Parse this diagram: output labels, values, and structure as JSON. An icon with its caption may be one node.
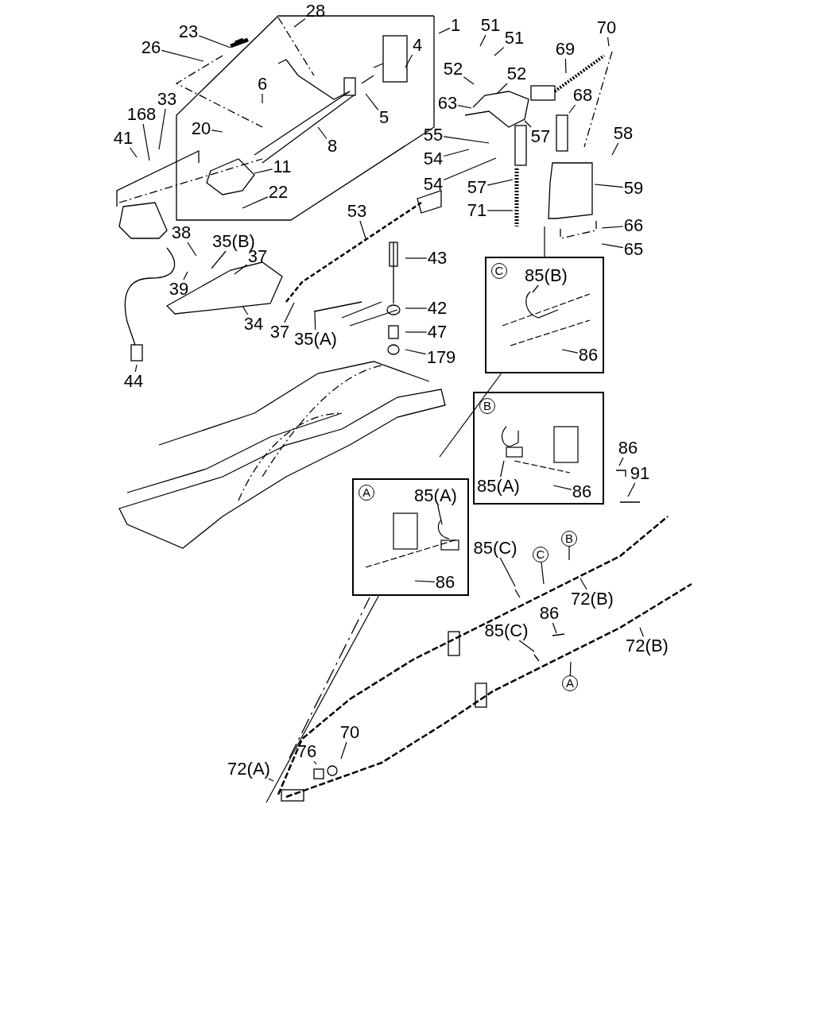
{
  "diagram": {
    "nodes": [
      {
        "text": [
          "28"
        ]
      },
      {
        "text": [
          "23"
        ]
      },
      {
        "text": [
          "26"
        ]
      },
      {
        "text": [
          "1"
        ]
      },
      {
        "text": [
          "4"
        ]
      },
      {
        "text": [
          "6"
        ]
      },
      {
        "text": [
          "5"
        ]
      },
      {
        "text": [
          "33"
        ]
      },
      {
        "text": [
          "168"
        ]
      },
      {
        "text": [
          "41"
        ]
      },
      {
        "text": [
          "20"
        ]
      },
      {
        "text": [
          "8"
        ]
      },
      {
        "text": [
          "11"
        ]
      },
      {
        "text": [
          "22"
        ]
      },
      {
        "text": [
          "51"
        ]
      },
      {
        "text": [
          "51"
        ]
      },
      {
        "text": [
          "52"
        ]
      },
      {
        "text": [
          "52"
        ]
      },
      {
        "text": [
          "63"
        ]
      },
      {
        "text": [
          "70"
        ]
      },
      {
        "text": [
          "69"
        ]
      },
      {
        "text": [
          "68"
        ]
      },
      {
        "text": [
          "57"
        ]
      },
      {
        "text": [
          "55"
        ]
      },
      {
        "text": [
          "54"
        ]
      },
      {
        "text": [
          "54"
        ]
      },
      {
        "text": [
          "57"
        ]
      },
      {
        "text": [
          "71"
        ]
      },
      {
        "text": [
          "58"
        ]
      },
      {
        "text": [
          "59"
        ]
      },
      {
        "text": [
          "66"
        ]
      },
      {
        "text": [
          "65"
        ]
      },
      {
        "text": [
          "53"
        ]
      },
      {
        "text": [
          "43"
        ]
      },
      {
        "text": [
          "42"
        ]
      },
      {
        "text": [
          "47"
        ]
      },
      {
        "text": [
          "179"
        ]
      },
      {
        "text": [
          "38"
        ]
      },
      {
        "text": [
          "35(B)"
        ]
      },
      {
        "text": [
          "37"
        ]
      },
      {
        "text": [
          "39"
        ]
      },
      {
        "text": [
          "34"
        ]
      },
      {
        "text": [
          "37"
        ]
      },
      {
        "text": [
          "35(A)"
        ]
      },
      {
        "text": [
          "44"
        ]
      },
      {
        "text": [
          "C"
        ]
      },
      {
        "text": [
          "85(B)"
        ],
        "in": 45
      },
      {
        "text": [
          "86"
        ],
        "in": 45
      },
      {
        "text": [
          "B"
        ]
      },
      {
        "text": [
          "85(A)"
        ],
        "in": 48
      },
      {
        "text": [
          "86"
        ],
        "in": 48
      },
      {
        "text": [
          "A"
        ]
      },
      {
        "text": [
          "85(A)"
        ],
        "in": 51
      },
      {
        "text": [
          "86"
        ],
        "in": 51
      },
      {
        "text": [
          "86"
        ]
      },
      {
        "text": [
          "91"
        ]
      },
      {
        "text": [
          "85(C)"
        ]
      },
      {
        "text": [
          "C"
        ]
      },
      {
        "text": [
          "B"
        ]
      },
      {
        "text": [
          "72(B)"
        ]
      },
      {
        "text": [
          "86"
        ]
      },
      {
        "text": [
          "85(C)"
        ]
      },
      {
        "text": [
          "72(B)"
        ]
      },
      {
        "text": [
          "A"
        ]
      },
      {
        "text": [
          "70"
        ]
      },
      {
        "text": [
          "76"
        ]
      },
      {
        "text": [
          "72(A)"
        ]
      }
    ],
    "edges": [
      {
        "from": 0,
        "to": null,
        "arrow": "none"
      },
      {
        "from": 1,
        "to": null,
        "arrow": "none"
      },
      {
        "from": 2,
        "to": null,
        "arrow": "none"
      },
      {
        "from": 3,
        "to": null,
        "arrow": "none"
      },
      {
        "from": 4,
        "to": null,
        "arrow": "none"
      },
      {
        "from": 5,
        "to": null,
        "arrow": "none"
      },
      {
        "from": 6,
        "to": null,
        "arrow": "none"
      },
      {
        "from": 7,
        "to": null,
        "arrow": "none"
      },
      {
        "from": 8,
        "to": null,
        "arrow": "none"
      },
      {
        "from": 9,
        "to": null,
        "arrow": "none"
      },
      {
        "from": 10,
        "to": null,
        "arrow": "none"
      },
      {
        "from": 11,
        "to": null,
        "arrow": "none"
      },
      {
        "from": 12,
        "to": null,
        "arrow": "none"
      },
      {
        "from": 13,
        "to": null,
        "arrow": "none"
      },
      {
        "from": 14,
        "to": null,
        "arrow": "none"
      },
      {
        "from": 15,
        "to": null,
        "arrow": "none"
      },
      {
        "from": 16,
        "to": null,
        "arrow": "none"
      },
      {
        "from": 17,
        "to": null,
        "arrow": "none"
      },
      {
        "from": 18,
        "to": null,
        "arrow": "none"
      },
      {
        "from": 19,
        "to": null,
        "arrow": "none"
      },
      {
        "from": 20,
        "to": null,
        "arrow": "none"
      },
      {
        "from": 21,
        "to": null,
        "arrow": "none"
      },
      {
        "from": 22,
        "to": null,
        "arrow": "none"
      },
      {
        "from": 23,
        "to": null,
        "arrow": "none"
      },
      {
        "from": 24,
        "to": null,
        "arrow": "none"
      },
      {
        "from": 25,
        "to": null,
        "arrow": "none"
      },
      {
        "from": 26,
        "to": null,
        "arrow": "none"
      },
      {
        "from": 27,
        "to": null,
        "arrow": "none"
      },
      {
        "from": 28,
        "to": null,
        "arrow": "none"
      },
      {
        "from": 29,
        "to": null,
        "arrow": "none"
      },
      {
        "from": 30,
        "to": null,
        "arrow": "none"
      },
      {
        "from": 31,
        "to": null,
        "arrow": "none"
      },
      {
        "from": 32,
        "to": null,
        "arrow": "none"
      },
      {
        "from": 33,
        "to": null,
        "arrow": "none"
      },
      {
        "from": 34,
        "to": null,
        "arrow": "none"
      },
      {
        "from": 35,
        "to": null,
        "arrow": "none"
      },
      {
        "from": 36,
        "to": null,
        "arrow": "none"
      },
      {
        "from": 37,
        "to": null,
        "arrow": "none"
      },
      {
        "from": 38,
        "to": null,
        "arrow": "none"
      },
      {
        "from": 39,
        "to": null,
        "arrow": "none"
      },
      {
        "from": 40,
        "to": null,
        "arrow": "none"
      },
      {
        "from": 41,
        "to": null,
        "arrow": "none"
      },
      {
        "from": 42,
        "to": null,
        "arrow": "none"
      },
      {
        "from": 43,
        "to": null,
        "arrow": "none"
      },
      {
        "from": 44,
        "to": null,
        "arrow": "none"
      },
      {
        "from": 45,
        "to": null,
        "arrow": "none"
      },
      {
        "from": 46,
        "to": null,
        "arrow": "none"
      },
      {
        "from": 47,
        "to": null,
        "arrow": "none"
      },
      {
        "from": 49,
        "to": null,
        "arrow": "none"
      },
      {
        "from": 50,
        "to": null,
        "arrow": "none"
      },
      {
        "from": 51,
        "to": null,
        "arrow": "none"
      },
      {
        "from": 52,
        "to": null,
        "arrow": "none"
      },
      {
        "from": 53,
        "to": null,
        "arrow": "none"
      },
      {
        "from": 54,
        "to": null,
        "arrow": "none"
      },
      {
        "from": 55,
        "to": null,
        "arrow": "none"
      },
      {
        "from": 56,
        "to": null,
        "arrow": "none"
      },
      {
        "from": 57,
        "to": null,
        "arrow": "none"
      },
      {
        "from": 58,
        "to": null,
        "arrow": "none"
      },
      {
        "from": 59,
        "to": null,
        "arrow": "none"
      },
      {
        "from": 60,
        "to": null,
        "arrow": "none"
      },
      {
        "from": 61,
        "to": null,
        "arrow": "none"
      },
      {
        "from": 62,
        "to": null,
        "arrow": "none"
      },
      {
        "from": 63,
        "to": null,
        "arrow": "none"
      },
      {
        "from": 64,
        "to": null,
        "arrow": "none"
      },
      {
        "from": 65,
        "to": null,
        "arrow": "none"
      },
      {
        "from": 66,
        "to": null,
        "arrow": "none"
      },
      {
        "from": 45,
        "to": null,
        "arrow": "none"
      }
    ]
  }
}
